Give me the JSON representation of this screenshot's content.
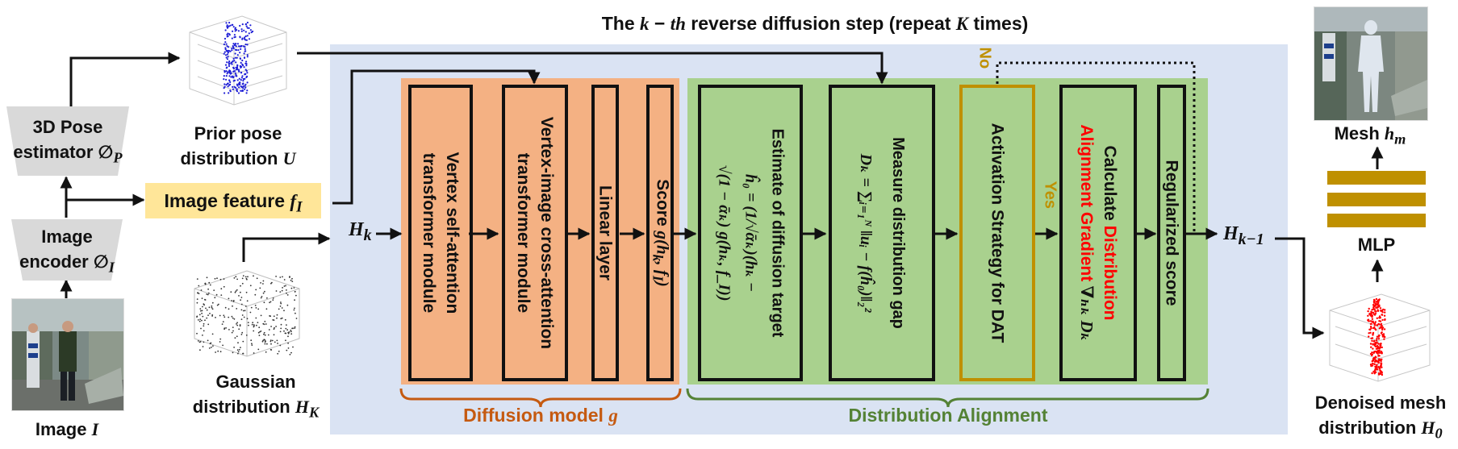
{
  "title": {
    "pre": "The ",
    "k": "k",
    "minus": " − ",
    "th": "th",
    "post": " reverse diffusion step (repeat ",
    "K": "K",
    "post2": " times)"
  },
  "left": {
    "pose_estimator_line1": "3D Pose",
    "pose_estimator_line2": "estimator ∅",
    "pose_estimator_sub": "P",
    "image_encoder_line1": "Image",
    "image_encoder_line2": "encoder ∅",
    "image_encoder_sub": "I",
    "image_label": "Image ",
    "image_label_var": "I",
    "prior_line1": "Prior pose",
    "prior_line2": "distribution ",
    "prior_var": "U",
    "image_feature": "Image feature ",
    "image_feature_var": "f",
    "image_feature_sub": "I",
    "gaussian_line1": "Gaussian",
    "gaussian_line2": "distribution ",
    "gaussian_var": "H",
    "gaussian_sub": "K"
  },
  "hk": {
    "var": "H",
    "sub": "k"
  },
  "hk1": {
    "var": "H",
    "sub": "k−1"
  },
  "diffusion": {
    "box1": [
      "Vertex self-attention",
      "transformer module"
    ],
    "box2": [
      "Vertex-image cross-attention",
      "transformer module"
    ],
    "box3": [
      "Linear layer"
    ],
    "box4_text": "Score ",
    "box4_math": "g(h",
    "box4_math2": "k",
    "box4_math3": ", f",
    "box4_math4": "I",
    "box4_math5": ")",
    "label_text": "Diffusion model ",
    "label_var": "g"
  },
  "alignment": {
    "box1_line1": "Estimate of diffusion target",
    "box1_line2": "ĥ₀ = (1/√ᾱₖ)(hₖ −",
    "box1_line3": "√(1 − ᾱₖ) g(hₖ, f_I))",
    "box2_line1": "Measure distribution gap",
    "box2_line2": "Dₖ = ∑ᵢ₌₁ᴺ ‖uᵢ − f(ĥ₀)‖₂²",
    "box3": "Activation Strategy for DAT",
    "box4_line1": "Calculate ",
    "box4_red1": "Distribution",
    "box4_red2": "Alignment Gradient",
    "box4_math": " ∇ₕₖ Dₖ",
    "box5": "Regularized score",
    "yes": "Yes",
    "no": "No",
    "label": "Distribution Alignment"
  },
  "right": {
    "mesh_label": "Mesh ",
    "mesh_var": "h",
    "mesh_sub": "m",
    "mlp": "MLP",
    "denoised_line1": "Denoised mesh",
    "denoised_line2": "distribution ",
    "denoised_var": "H",
    "denoised_sub": "0"
  },
  "colors": {
    "blue_bg": "#dae3f3",
    "orange_bg": "#f4b183",
    "green_bg": "#a9d18e",
    "feature_bg": "#ffe699",
    "gray_trap": "#d9d9d9",
    "gold": "#bf9000",
    "mlp_bar": "#bf9000",
    "orange_text": "#c55a11",
    "green_text": "#548235",
    "red_text": "#ff0000"
  }
}
